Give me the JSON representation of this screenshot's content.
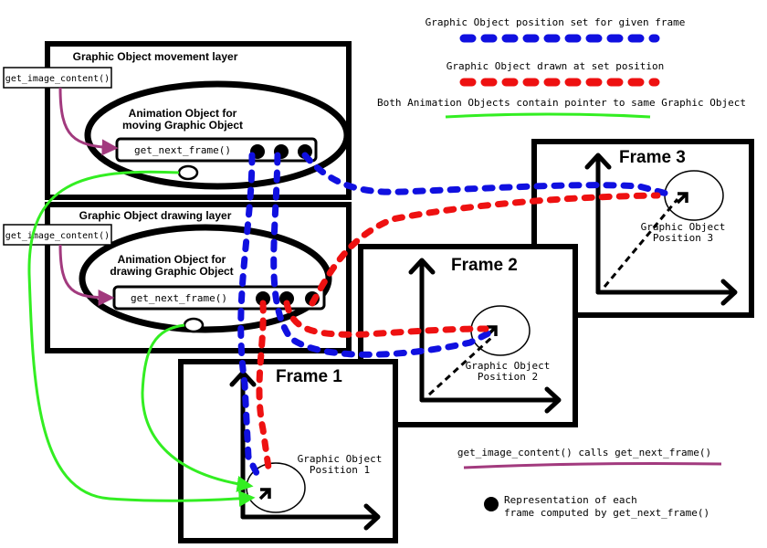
{
  "legend": {
    "blue_text": "Graphic Object position set for given frame",
    "red_text": "Graphic Object drawn at set position",
    "green_text": "Both Animation Objects contain pointer to same Graphic Object",
    "purple_text": "get_image_content() calls get_next_frame()",
    "dot_text_line1": "Representation of each",
    "dot_text_line2": "frame computed by get_next_frame()"
  },
  "movement_layer": {
    "title": "Graphic Object movement layer",
    "side_label": "get_image_content()",
    "anim_title_line1": "Animation Object for",
    "anim_title_line2": "moving Graphic Object",
    "method": "get_next_frame()"
  },
  "drawing_layer": {
    "title": "Graphic Object drawing layer",
    "side_label": "get_image_content()",
    "anim_title_line1": "Animation Object for",
    "anim_title_line2": "drawing Graphic Object",
    "method": "get_next_frame()"
  },
  "frames": [
    {
      "title": "Frame 1",
      "pos_line1": "Graphic Object",
      "pos_line2": "Position 1"
    },
    {
      "title": "Frame 2",
      "pos_line1": "Graphic Object",
      "pos_line2": "Position 2"
    },
    {
      "title": "Frame 3",
      "pos_line1": "Graphic Object",
      "pos_line2": "Position 3"
    }
  ],
  "colors": {
    "blue": "#1010e0",
    "red": "#ee1111",
    "green": "#33ee22",
    "purple": "#a23a7e",
    "black": "#000000"
  }
}
